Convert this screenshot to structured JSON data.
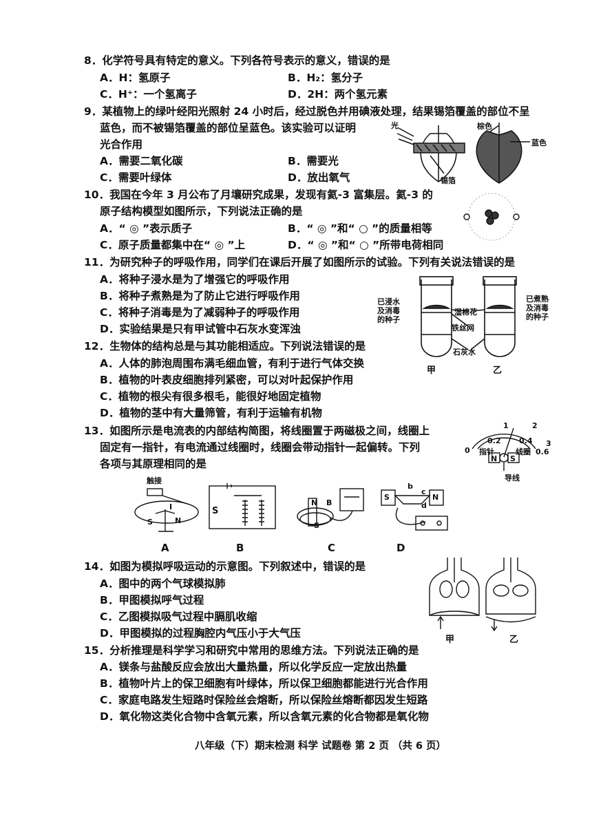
{
  "questions": {
    "q8": {
      "stem": "8．化学符号具有特定的意义。下列各符号表示的意义，错误的是",
      "A": "A．H：氢原子",
      "B": "B．H₂：氢分子",
      "C": "C．H⁺：一个氢离子",
      "D": "D．2H：两个氢元素"
    },
    "q9": {
      "stem1": "9．某植物上的绿叶经阳光照射 24 小时后，经过脱色并用碘液处理，结果锡箔覆盖的部位不呈",
      "stem2": "蓝色，而不被锡箔覆盖的部位呈蓝色。该实验可以证明",
      "stem3": "光合作用",
      "A": "A．需要二氧化碳",
      "B": "B．需要光",
      "C": "C．需要叶绿体",
      "D": "D．放出氧气",
      "fig": {
        "light": "光",
        "brown": "棕色",
        "blue": "蓝色",
        "foil": "锡箔"
      }
    },
    "q10": {
      "stem1": "10．我国在今年 3 月公布了月壤研究成果，发现有氦-3 富集层。氦-3 的",
      "stem2": "原子结构模型如图所示，下列说法正确的是",
      "A": "A．“ ◎ ”表示质子",
      "B": "B．“ ◎ ”和“ ○ ”的质量相等",
      "C": "C．原子质量都集中在“ ◎ ”上",
      "D": "D．“ ◎ ”和“ ○ ”所带电荷相同"
    },
    "q11": {
      "stem": "11．为研究种子的呼吸作用，同学们在课后开展了如图所示的试验。下列有关说法错误的是",
      "A": "A．将种子浸水是为了增强它的呼吸作用",
      "B": "B．将种子煮熟是为了防止它进行呼吸作用",
      "C": "C．将种子消毒是为了减弱种子的呼吸作用",
      "D": "D．实验结果是只有甲试管中石灰水变浑浊",
      "fig": {
        "left1": "已浸水",
        "left2": "及消毒",
        "left3": "的种子",
        "right1": "已煮熟",
        "right2": "及消毒",
        "right3": "的种子",
        "cotton": "湿棉花",
        "mesh": "铁丝网",
        "lime": "石灰水",
        "jia": "甲",
        "yi": "乙"
      }
    },
    "q12": {
      "stem": "12．生物体的结构总是与其功能相适应。下列说法错误的是",
      "A": "A．人体的肺泡周围布满毛细血管，有利于进行气体交换",
      "B": "B．植物的叶表皮细胞排列紧密，可以对叶起保护作用",
      "C": "C．植物的根尖有很多根毛，能很好地固定植物",
      "D": "D．植物的茎中有大量筛管，有利于运输有机物"
    },
    "q13": {
      "stem1": "13．如图所示是电流表的内部结构简图，将线圈置于两磁极之间，线圈上",
      "stem2": "固定有一指针，有电流通过线圈时，线圈会带动指针一起偏转。下列",
      "stem3": "各项与其原理相同的是",
      "meter": {
        "t0": "0",
        "t1": "1",
        "t2": "2",
        "t3": "3",
        "s0": "0",
        "s02": "0.2",
        "s04": "0.4",
        "s06": "0.6",
        "pointer": "指针",
        "coil": "线圈",
        "n": "N",
        "s": "S",
        "wire": "导线"
      },
      "opts": {
        "a": "A",
        "b": "B",
        "c": "C",
        "d": "D",
        "touch": "触接",
        "i": "I",
        "sA": "S",
        "nA": "N",
        "sB": "S",
        "nC": "N",
        "bC": "B",
        "sC": "S",
        "sD": "S",
        "nD": "N",
        "bD": "b",
        "cD": "c",
        "dD": "d"
      }
    },
    "q14": {
      "stem": "14．如图为模拟呼吸运动的示意图。下列叙述中，错误的是",
      "A": "A．图中的两个气球模拟肺",
      "B": "B．甲图模拟呼气过程",
      "C": "C．乙图模拟吸气过程中膈肌收缩",
      "D": "D．甲图模拟的过程胸腔内气压小于大气压",
      "fig": {
        "jia": "甲",
        "yi": "乙"
      }
    },
    "q15": {
      "stem": "15．分析推理是科学学习和研究中常用的思维方法。下列说法正确的是",
      "A": "A．镁条与盐酸反应会放出大量热量，所以化学反应一定放出热量",
      "B": "B．植物叶片上的保卫细胞有叶绿体，所以保卫细胞都能进行光合作用",
      "C": "C．家庭电路发生短路时保险丝会熔断，所以保险丝熔断都因发生短路",
      "D": "D．氧化物这类化合物中含氧元素，所以含氧元素的化合物都是氧化物"
    }
  },
  "footer": "八年级（下）期末检测 科学 试题卷 第 2 页 （共 6 页）"
}
